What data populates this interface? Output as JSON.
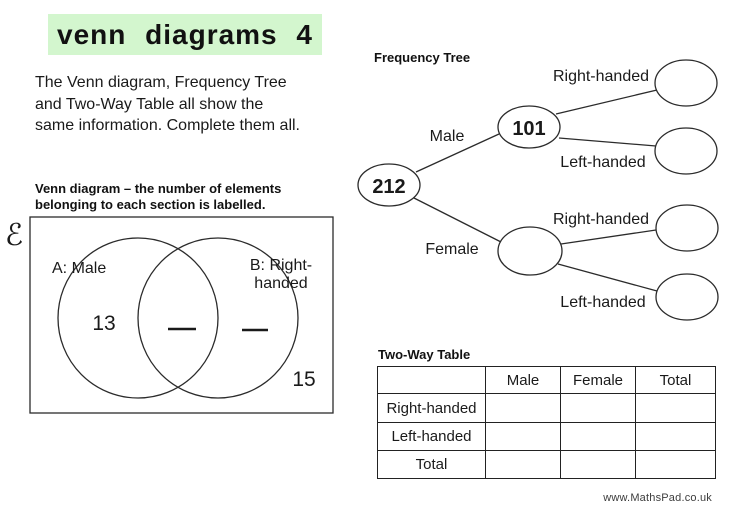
{
  "page": {
    "title": "venn diagrams 4",
    "instructions": "The Venn diagram, Frequency Tree\nand Two-Way Table all show the\nsame information. Complete them all.",
    "footer_link": "www.MathsPad.co.uk"
  },
  "colors": {
    "title_bg": "#d3f6ce",
    "ink": "#1a1a1a"
  },
  "venn": {
    "heading": "Venn diagram – the number of elements\nbelonging to each section is labelled.",
    "universal_set_symbol": "ℰ",
    "set_a_label": "A: Male",
    "set_b_label_line1": "B: Right-",
    "set_b_label_line2": "handed",
    "a_only_value": "13",
    "intersection_value": "",
    "b_only_value": "",
    "outside_value": "15"
  },
  "frequency_tree": {
    "heading": "Frequency Tree",
    "root_value": "212",
    "branches": [
      {
        "label": "Male",
        "value": "101",
        "children": [
          {
            "label": "Right-handed",
            "value": ""
          },
          {
            "label": "Left-handed",
            "value": ""
          }
        ]
      },
      {
        "label": "Female",
        "value": "",
        "children": [
          {
            "label": "Right-handed",
            "value": ""
          },
          {
            "label": "Left-handed",
            "value": ""
          }
        ]
      }
    ]
  },
  "two_way_table": {
    "heading": "Two-Way Table",
    "columns": [
      "",
      "Male",
      "Female",
      "Total"
    ],
    "rows": [
      {
        "label": "Right-handed",
        "cells": [
          "",
          "",
          ""
        ]
      },
      {
        "label": "Left-handed",
        "cells": [
          "",
          "",
          ""
        ]
      },
      {
        "label": "Total",
        "cells": [
          "",
          "",
          ""
        ]
      }
    ]
  }
}
